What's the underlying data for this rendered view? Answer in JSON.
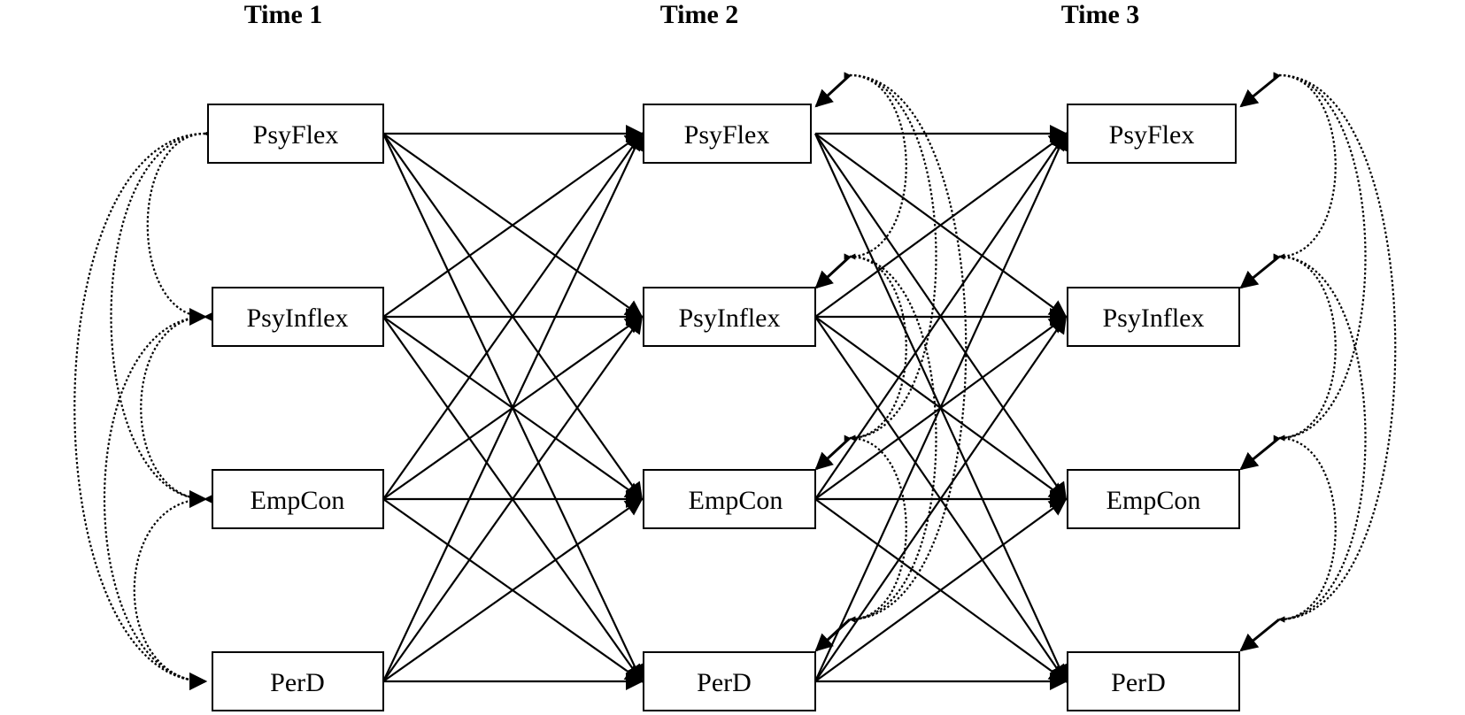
{
  "waves": [
    {
      "label": "Time 1"
    },
    {
      "label": "Time 2"
    },
    {
      "label": "Time 3"
    }
  ],
  "variables": [
    "PsyFlex",
    "PsyInflex",
    "EmpCon",
    "PerD"
  ],
  "colors": {
    "ink": "#000000",
    "box_fill": "#ffffff",
    "background": "#ffffff"
  },
  "paths": {
    "cross_lagged": "every variable at one wave points to every variable at the next wave (solid arrows)",
    "within_wave_covariances": "dotted double-headed arrows between all variable pairs at each wave",
    "residual_arrows": "short solid arrows into each variable at Time 2 and Time 3"
  }
}
